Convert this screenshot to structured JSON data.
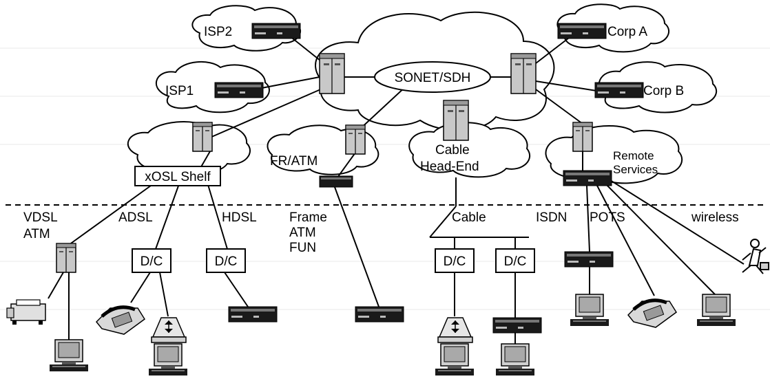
{
  "labels": {
    "isp2": "ISP2",
    "isp1": "ISP1",
    "corp_a": "Corp A",
    "corp_b": "Corp B",
    "sonet": "SONET/SDH",
    "xdsl_shelf": "xOSL Shelf",
    "fr_atm": "FR/ATM",
    "cable_line1": "Cable",
    "cable_line2": "Head-End",
    "remote_line1": "Remote",
    "remote_line2": "Services",
    "vdsl": "VDSL",
    "atm": "ATM",
    "adsl": "ADSL",
    "hdsl": "HDSL",
    "frame": "Frame",
    "atm2": "ATM",
    "fun": "FUN",
    "cable": "Cable",
    "isdn": "ISDN",
    "pots": "POTS",
    "wireless": "wireless",
    "dc": "D/C"
  },
  "icons": [
    "router-icon",
    "switch-icon",
    "computer-icon",
    "telephone-icon",
    "printer-icon",
    "modem-icon",
    "mobile-user-icon"
  ],
  "colors": {
    "line": "#000000",
    "device_gray": "#c8c8c8",
    "device_dark": "#1a1a1a",
    "screen": "#a9a9a9"
  }
}
